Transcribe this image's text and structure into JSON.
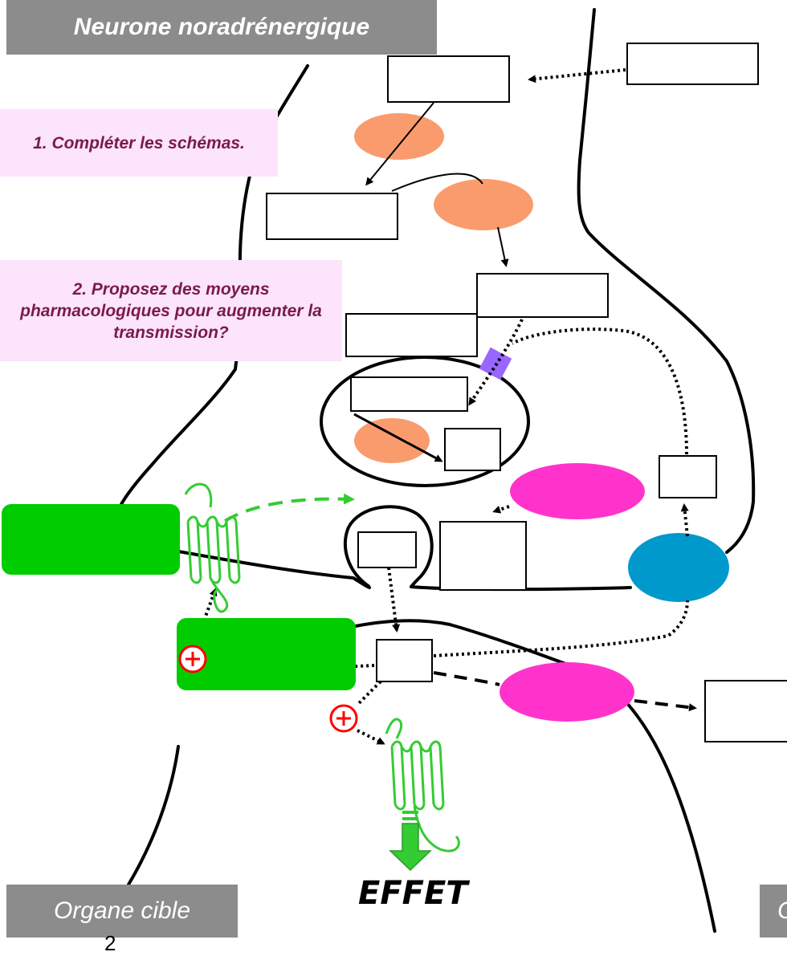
{
  "titles": {
    "neuron": "Neurone noradrénergique",
    "target": "Organe cible",
    "target_right_partial": "C"
  },
  "instructions": {
    "step1": "1. Compléter les schémas.",
    "step2": "2. Proposez des moyens pharmacologiques pour augmenter la transmission?"
  },
  "effect_label": "EFFET",
  "page_number": "2",
  "colors": {
    "title_bg": "#8c8c8c",
    "instruction_bg": "#fce4fb",
    "instruction_text": "#7a1a4c",
    "enzyme_orange": "#fa9b6e",
    "enzyme_pink": "#ff33cc",
    "enzyme_blue": "#0099cc",
    "transporter_purple": "#9966ff",
    "receptor_green": "#00cc00",
    "stimulation_red": "#ff0000"
  },
  "icons": {
    "stimulation": "plus-in-circle",
    "effect_arrow": "down-arrow"
  }
}
